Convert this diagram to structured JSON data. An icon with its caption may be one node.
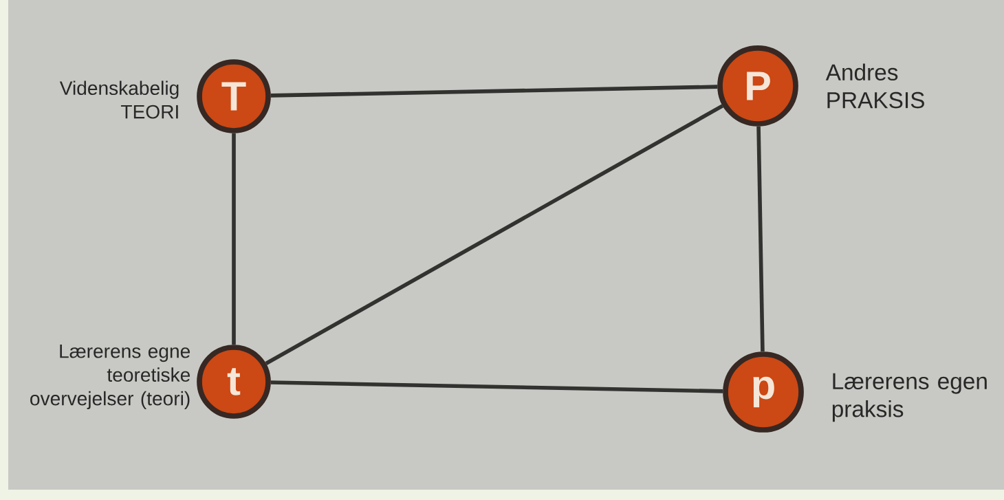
{
  "diagram": {
    "nodes": [
      {
        "text": [
          "T"
        ],
        "beside": [
          "Videnskabelig TEORI"
        ]
      },
      {
        "text": [
          "P"
        ],
        "beside": [
          "Andres PRAKSIS"
        ]
      },
      {
        "text": [
          "t"
        ],
        "beside": [
          "Lærerens egne teoretiske overvejelser (teori)"
        ]
      },
      {
        "text": [
          "p"
        ],
        "beside": [
          "Lærerens egen praksis"
        ]
      }
    ],
    "edges": [
      {
        "from": 0,
        "to": 1,
        "arrow": "none"
      },
      {
        "from": 0,
        "to": 2,
        "arrow": "none"
      },
      {
        "from": 2,
        "to": 1,
        "arrow": "none"
      },
      {
        "from": 1,
        "to": 3,
        "arrow": "none"
      },
      {
        "from": 2,
        "to": 3,
        "arrow": "none"
      }
    ]
  }
}
